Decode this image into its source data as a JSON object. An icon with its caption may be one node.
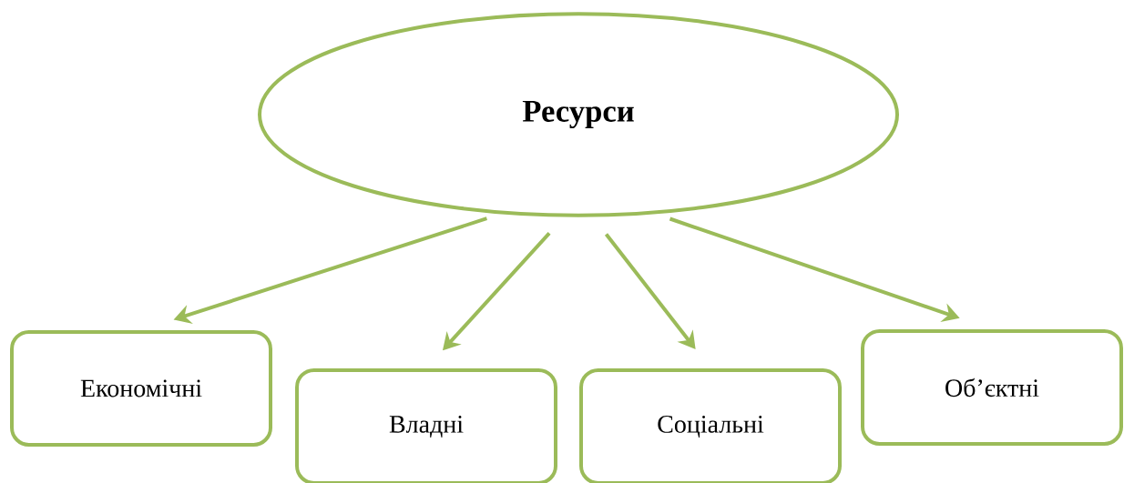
{
  "diagram": {
    "nodes": [
      {
        "text": [
          "**Ресурси**"
        ]
      },
      {
        "text": [
          "Економічні"
        ]
      },
      {
        "text": [
          "Владні"
        ]
      },
      {
        "text": [
          "Соціальні"
        ]
      },
      {
        "text": [
          "Об’єктні"
        ]
      }
    ],
    "edges": [
      {
        "from": 0,
        "to": 1,
        "arrow": "to"
      },
      {
        "from": 0,
        "to": 2,
        "arrow": "to"
      },
      {
        "from": 0,
        "to": 3,
        "arrow": "to"
      },
      {
        "from": 0,
        "to": 4,
        "arrow": "to"
      }
    ]
  }
}
